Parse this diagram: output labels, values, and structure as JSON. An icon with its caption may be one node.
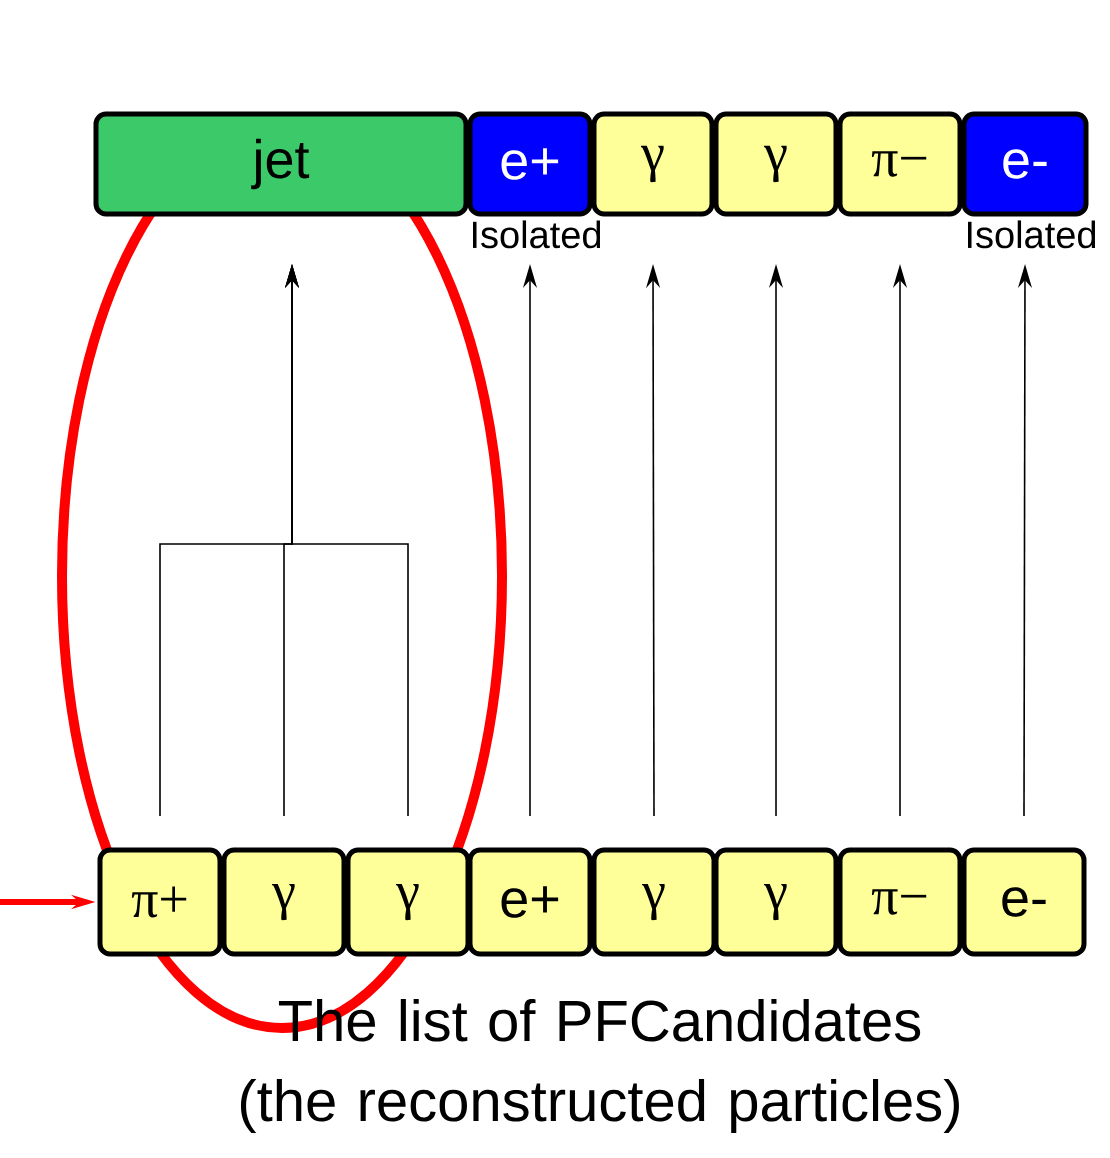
{
  "diagram": {
    "caption": "The list of PFCandidates (the reconstructed particles)",
    "nodes": [
      {
        "text": [
          "jet"
        ]
      },
      {
        "text": [
          "e+"
        ],
        "beside": [
          "Isolated"
        ]
      },
      {
        "text": [
          "γ"
        ]
      },
      {
        "text": [
          "γ"
        ]
      },
      {
        "text": [
          "π−"
        ]
      },
      {
        "text": [
          "e-"
        ],
        "beside": [
          "Isolated"
        ]
      },
      {
        "text": [
          "π+"
        ]
      },
      {
        "text": [
          "γ"
        ]
      },
      {
        "text": [
          "γ"
        ]
      },
      {
        "text": [
          "e+"
        ]
      },
      {
        "text": [
          "γ"
        ]
      },
      {
        "text": [
          "γ"
        ]
      },
      {
        "text": [
          "π−"
        ]
      },
      {
        "text": [
          "e-"
        ]
      }
    ],
    "edges": [
      {
        "from": 6,
        "to": 0,
        "arrow": "to"
      },
      {
        "from": 7,
        "to": 0,
        "arrow": "to"
      },
      {
        "from": 8,
        "to": 0,
        "arrow": "to"
      },
      {
        "from": 9,
        "to": 1,
        "arrow": "to"
      },
      {
        "from": 10,
        "to": 2,
        "arrow": "to"
      },
      {
        "from": 11,
        "to": 3,
        "arrow": "to"
      },
      {
        "from": 12,
        "to": 4,
        "arrow": "to"
      },
      {
        "from": 13,
        "to": 5,
        "arrow": "to"
      },
      {
        "from": null,
        "to": 6,
        "arrow": "to",
        "color": "#ff0000",
        "style": "thick"
      }
    ]
  }
}
